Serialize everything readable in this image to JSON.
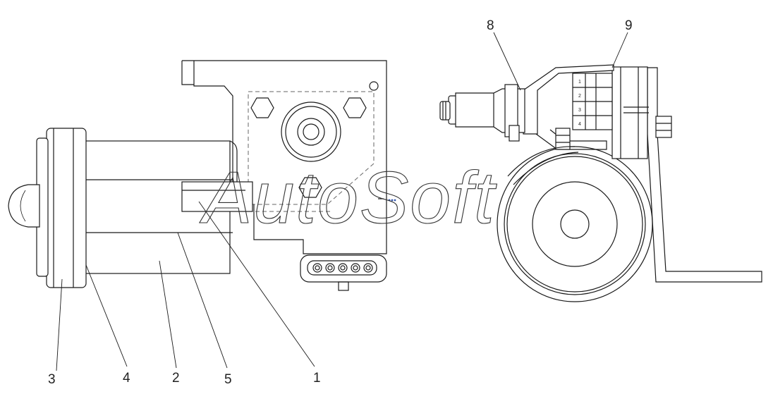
{
  "diagram": {
    "watermark": "AutoSoft",
    "callouts": [
      {
        "label": "8"
      },
      {
        "label": "9"
      },
      {
        "label": "3"
      },
      {
        "label": "4"
      },
      {
        "label": "2"
      },
      {
        "label": "5"
      },
      {
        "label": "1"
      }
    ],
    "terminal_numbers": [
      "1",
      "2",
      "3",
      "4"
    ]
  },
  "colors": {
    "line": "#1a1a1a",
    "dash": "#666666",
    "background": "#ffffff"
  }
}
